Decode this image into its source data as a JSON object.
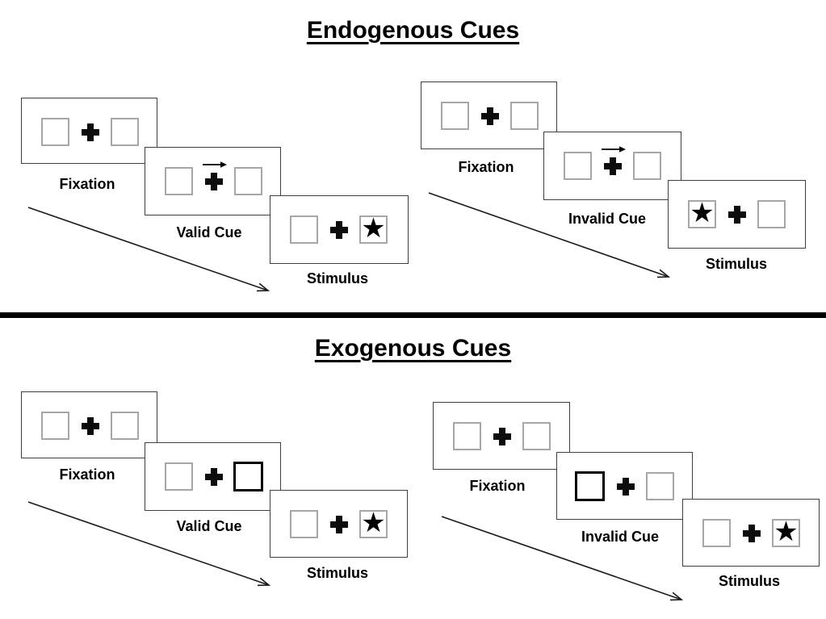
{
  "colors": {
    "background": "#ffffff",
    "text": "#000000",
    "frame_border": "#3f3f3f",
    "placeholder_box_border": "#a6a6a6",
    "exogenous_cue_box_border": "#000000",
    "divider": "#000000"
  },
  "sections": [
    {
      "title": "Endogenous Cues",
      "panels": [
        {
          "name": "endogenous-valid",
          "frames": [
            {
              "label": "Fixation"
            },
            {
              "label": "Valid Cue",
              "cue": "central-arrow-right"
            },
            {
              "label": "Stimulus",
              "star": "right",
              "star_glyph": "★"
            }
          ]
        },
        {
          "name": "endogenous-invalid",
          "frames": [
            {
              "label": "Fixation"
            },
            {
              "label": "Invalid Cue",
              "cue": "central-arrow-right"
            },
            {
              "label": "Stimulus",
              "star": "left",
              "star_glyph": "★"
            }
          ]
        }
      ]
    },
    {
      "title": "Exogenous Cues",
      "panels": [
        {
          "name": "exogenous-valid",
          "frames": [
            {
              "label": "Fixation"
            },
            {
              "label": "Valid Cue",
              "cue": "thick-box-right"
            },
            {
              "label": "Stimulus",
              "star": "right",
              "star_glyph": "★"
            }
          ]
        },
        {
          "name": "exogenous-invalid",
          "frames": [
            {
              "label": "Fixation"
            },
            {
              "label": "Invalid Cue",
              "cue": "thick-box-left"
            },
            {
              "label": "Stimulus",
              "star": "right",
              "star_glyph": "★"
            }
          ]
        }
      ]
    }
  ]
}
